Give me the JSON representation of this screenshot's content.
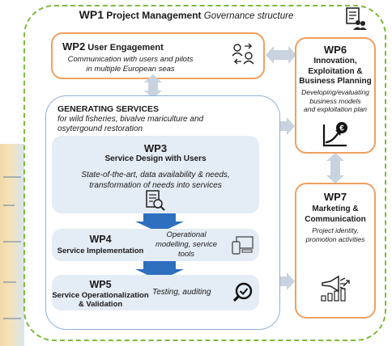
{
  "wp1": {
    "id": "WP1",
    "title": "Project Management",
    "subtitle": "Governance structure",
    "icon": "document-team-icon"
  },
  "wp2": {
    "id": "WP2",
    "title": "User Engagement",
    "desc1": "Communication with users and pilots",
    "desc2": "in multiple European seas",
    "icon": "users-exchange-icon"
  },
  "generating": {
    "title": "GENERATING SERVICES",
    "desc1": "for wild fisheries, bivalve mariculture and",
    "desc2": "osytergound restoration"
  },
  "wp3": {
    "id": "WP3",
    "title": "Service Design with Users",
    "desc1": "State-of-the-art, data availability & needs,",
    "desc2": "transformation of needs into services",
    "icon": "document-search-icon"
  },
  "wp4": {
    "id": "WP4",
    "title": "Service Implementation",
    "desc1": "Operational",
    "desc2": "modelling, service",
    "desc3": "tools",
    "icon": "devices-icon"
  },
  "wp5": {
    "id": "WP5",
    "title1": "Service Operationalization",
    "title2": "& Validation",
    "desc": "Testing, auditing",
    "icon": "magnifier-check-icon"
  },
  "wp6": {
    "id": "WP6",
    "title1": "Innovation,",
    "title2": "Exploitation &",
    "title3": "Business Planning",
    "desc1": "Developing/evaluating",
    "desc2": "business models",
    "desc3": "and exploitation plan",
    "icon": "euro-growth-icon"
  },
  "wp7": {
    "id": "WP7",
    "title1": "Marketing &",
    "title2": "Communication",
    "desc1": "Project identity,",
    "desc2": "promotion activities",
    "icon": "megaphone-chart-icon"
  },
  "colors": {
    "border_green": "#7dbb3c",
    "wp_orange": "#f0a060",
    "service_blue": "#8eb0d4",
    "arrow_blue": "#2e6fc0",
    "card_bg": "#e4ecf5"
  }
}
